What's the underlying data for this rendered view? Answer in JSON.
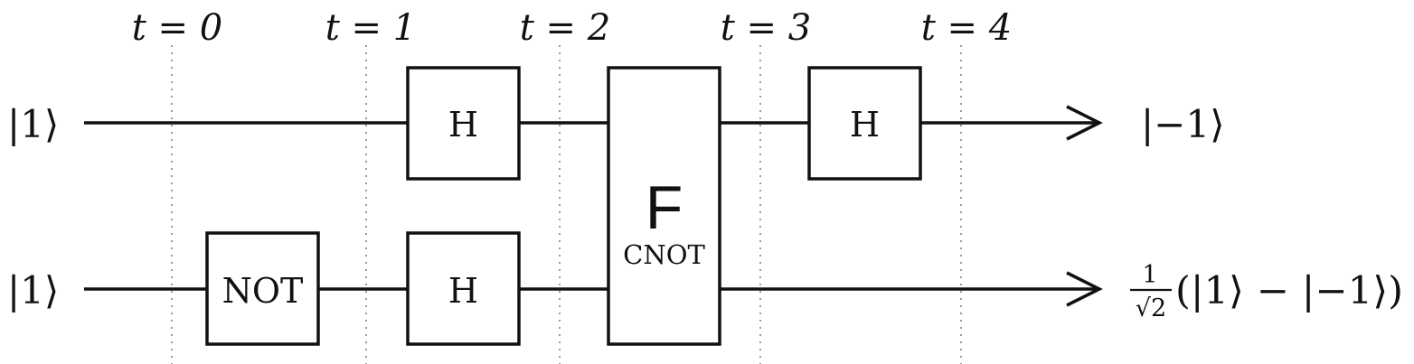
{
  "time_labels": [
    "t = 0",
    "t = 1",
    "t = 2",
    "t = 3",
    "t = 4"
  ],
  "inputs": {
    "top": "|1⟩",
    "bottom": "|1⟩"
  },
  "outputs": {
    "top": "|−1⟩",
    "bottom": {
      "fraction_numerator": "1",
      "fraction_denominator": "√2",
      "expression": "(|1⟩ − |−1⟩)"
    }
  },
  "gates": {
    "top_h1": "H",
    "bottom_not": "NOT",
    "bottom_h1": "H",
    "controlled_symbol": "F",
    "controlled_caption": "CNOT",
    "top_h2": "H"
  }
}
